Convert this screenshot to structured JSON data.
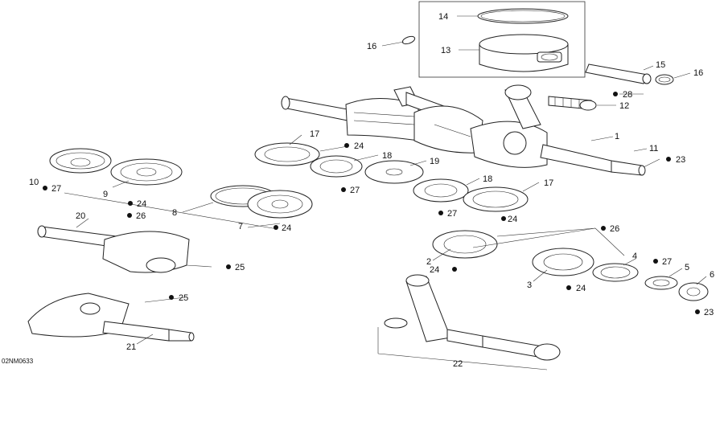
{
  "drawing_code": "02NM0633",
  "callouts": {
    "c1": "1",
    "c2": "2",
    "c3": "3",
    "c4": "4",
    "c5": "5",
    "c6": "6",
    "c7": "7",
    "c8": "8",
    "c9": "9",
    "c10": "10",
    "c11": "11",
    "c12": "12",
    "c13": "13",
    "c14": "14",
    "c15": "15",
    "c16a": "16",
    "c16b": "16",
    "c17a": "17",
    "c17b": "17",
    "c18a": "18",
    "c18b": "18",
    "c19": "19",
    "c20": "20",
    "c21": "21",
    "c22": "22",
    "c23a": "23",
    "c23b": "23",
    "c24a": "24",
    "c24b": "24",
    "c24c": "24",
    "c24d": "24",
    "c24e": "24",
    "c24f": "24",
    "c25a": "25",
    "c25b": "25",
    "c26a": "26",
    "c26b": "26",
    "c27a": "27",
    "c27b": "27",
    "c27c": "27",
    "c27d": "27",
    "c28": "28"
  }
}
